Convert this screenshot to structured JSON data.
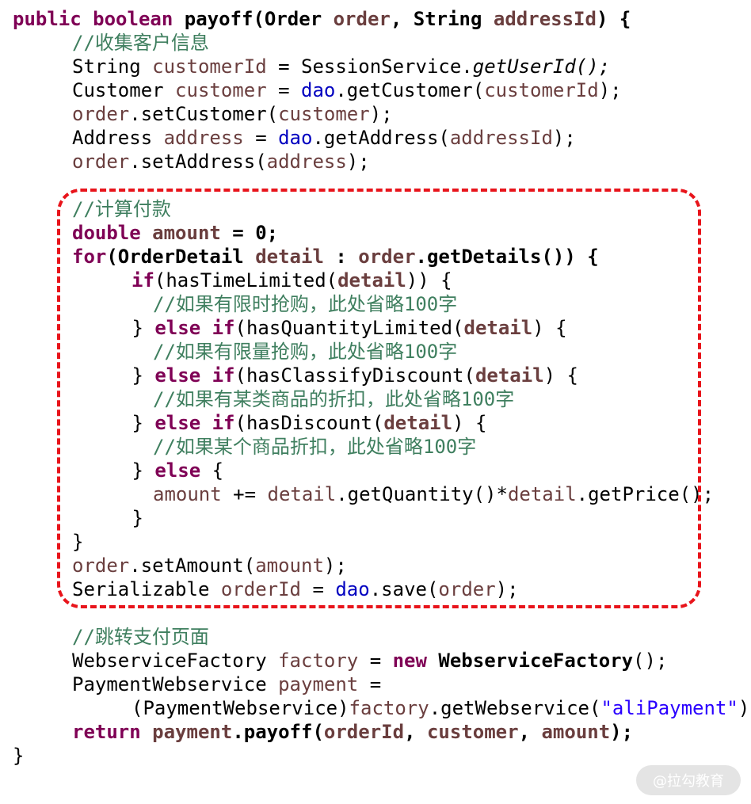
{
  "code": {
    "lines": [
      [
        [
          "kw",
          "public boolean "
        ],
        [
          "b",
          "payoff(Order "
        ],
        [
          "var b",
          "order"
        ],
        [
          "b",
          ", String "
        ],
        [
          "var b",
          "addressId"
        ],
        [
          "b",
          ") {"
        ]
      ],
      [
        [
          "cm",
          "//收集客户信息"
        ]
      ],
      [
        [
          "",
          "String "
        ],
        [
          "var",
          "customerId"
        ],
        [
          "",
          " = SessionService."
        ],
        [
          "it",
          "getUserId();"
        ]
      ],
      [
        [
          "",
          "Customer "
        ],
        [
          "var",
          "customer"
        ],
        [
          "",
          " = "
        ],
        [
          "field",
          "dao"
        ],
        [
          "",
          ".getCustomer("
        ],
        [
          "var",
          "customerId"
        ],
        [
          "",
          ");"
        ]
      ],
      [
        [
          "var",
          "order"
        ],
        [
          "",
          ".setCustomer("
        ],
        [
          "var",
          "customer"
        ],
        [
          "",
          ");"
        ]
      ],
      [
        [
          "",
          "Address "
        ],
        [
          "var",
          "address"
        ],
        [
          "",
          " = "
        ],
        [
          "field",
          "dao"
        ],
        [
          "",
          ".getAddress("
        ],
        [
          "var",
          "addressId"
        ],
        [
          "",
          ");"
        ]
      ],
      [
        [
          "var",
          "order"
        ],
        [
          "",
          ".setAddress("
        ],
        [
          "var",
          "address"
        ],
        [
          "",
          ");"
        ]
      ],
      [
        [
          "cm",
          "//计算付款"
        ]
      ],
      [
        [
          "kw",
          "double "
        ],
        [
          "var b",
          "amount"
        ],
        [
          "b",
          " = 0;"
        ]
      ],
      [
        [
          "kw",
          "for"
        ],
        [
          "b",
          "(OrderDetail "
        ],
        [
          "var b",
          "detail"
        ],
        [
          "b",
          " : "
        ],
        [
          "var b",
          "order"
        ],
        [
          "b",
          ".getDetails()) {"
        ]
      ],
      [
        [
          "kw",
          "if"
        ],
        [
          "",
          "(hasTimeLimited("
        ],
        [
          "var b",
          "detail"
        ],
        [
          "",
          "))"
        ],
        [
          "",
          " {"
        ]
      ],
      [
        [
          "cm",
          "//如果有限时抢购，此处省略100字"
        ]
      ],
      [
        [
          "",
          " } "
        ],
        [
          "kw",
          "else if"
        ],
        [
          "",
          "(hasQuantityLimited("
        ],
        [
          "var b",
          "detail"
        ],
        [
          "",
          ") {"
        ]
      ],
      [
        [
          "cm",
          "//如果有限量抢购，此处省略100字"
        ]
      ],
      [
        [
          "",
          " } "
        ],
        [
          "kw",
          "else if"
        ],
        [
          "",
          "(hasClassifyDiscount("
        ],
        [
          "var b",
          "detail"
        ],
        [
          "",
          ") {"
        ]
      ],
      [
        [
          "cm",
          "//如果有某类商品的折扣，此处省略100字"
        ]
      ],
      [
        [
          "",
          " } "
        ],
        [
          "kw",
          "else if"
        ],
        [
          "",
          "(hasDiscount("
        ],
        [
          "var b",
          "detail"
        ],
        [
          "",
          ") {"
        ]
      ],
      [
        [
          "cm",
          "//如果某个商品折扣，此处省略100字"
        ]
      ],
      [
        [
          "",
          " } "
        ],
        [
          "kw",
          "else"
        ],
        [
          "",
          " {"
        ]
      ],
      [
        [
          "var",
          "amount"
        ],
        [
          "",
          " += "
        ],
        [
          "var",
          "detail"
        ],
        [
          "",
          ".getQuantity()*"
        ],
        [
          "var",
          "detail"
        ],
        [
          "",
          ".getPrice();"
        ]
      ],
      [
        [
          "",
          " }"
        ]
      ],
      [
        [
          "",
          "}"
        ]
      ],
      [
        [
          "var",
          "order"
        ],
        [
          "",
          ".setAmount("
        ],
        [
          "var",
          "amount"
        ],
        [
          "",
          ");"
        ]
      ],
      [
        [
          "",
          "Serializable "
        ],
        [
          "var",
          "orderId"
        ],
        [
          "",
          " = "
        ],
        [
          "field",
          "dao"
        ],
        [
          "",
          ".save("
        ],
        [
          "var",
          "order"
        ],
        [
          "",
          ");"
        ]
      ],
      [
        [
          "cm",
          "//跳转支付页面"
        ]
      ],
      [
        [
          "",
          "WebserviceFactory "
        ],
        [
          "var",
          "factory"
        ],
        [
          "",
          " = "
        ],
        [
          "kw",
          "new "
        ],
        [
          "b",
          "WebserviceFactory"
        ],
        [
          "",
          "();"
        ]
      ],
      [
        [
          "",
          "PaymentWebservice "
        ],
        [
          "var",
          "payment"
        ],
        [
          "",
          " ="
        ]
      ],
      [
        [
          "",
          "(PaymentWebservice)"
        ],
        [
          "var",
          "factory"
        ],
        [
          "",
          ".getWebservice("
        ],
        [
          "str",
          "\"aliPayment\""
        ],
        [
          "",
          ");"
        ]
      ],
      [
        [
          "kw",
          "return "
        ],
        [
          "var b",
          "payment"
        ],
        [
          "b",
          ".payoff("
        ],
        [
          "var b",
          "orderId"
        ],
        [
          "b",
          ", "
        ],
        [
          "var b",
          "customer"
        ],
        [
          "b",
          ", "
        ],
        [
          "var b",
          "amount"
        ],
        [
          "b",
          ");"
        ]
      ],
      [
        [
          "",
          "}"
        ]
      ]
    ]
  },
  "watermark": "@拉勾教育"
}
